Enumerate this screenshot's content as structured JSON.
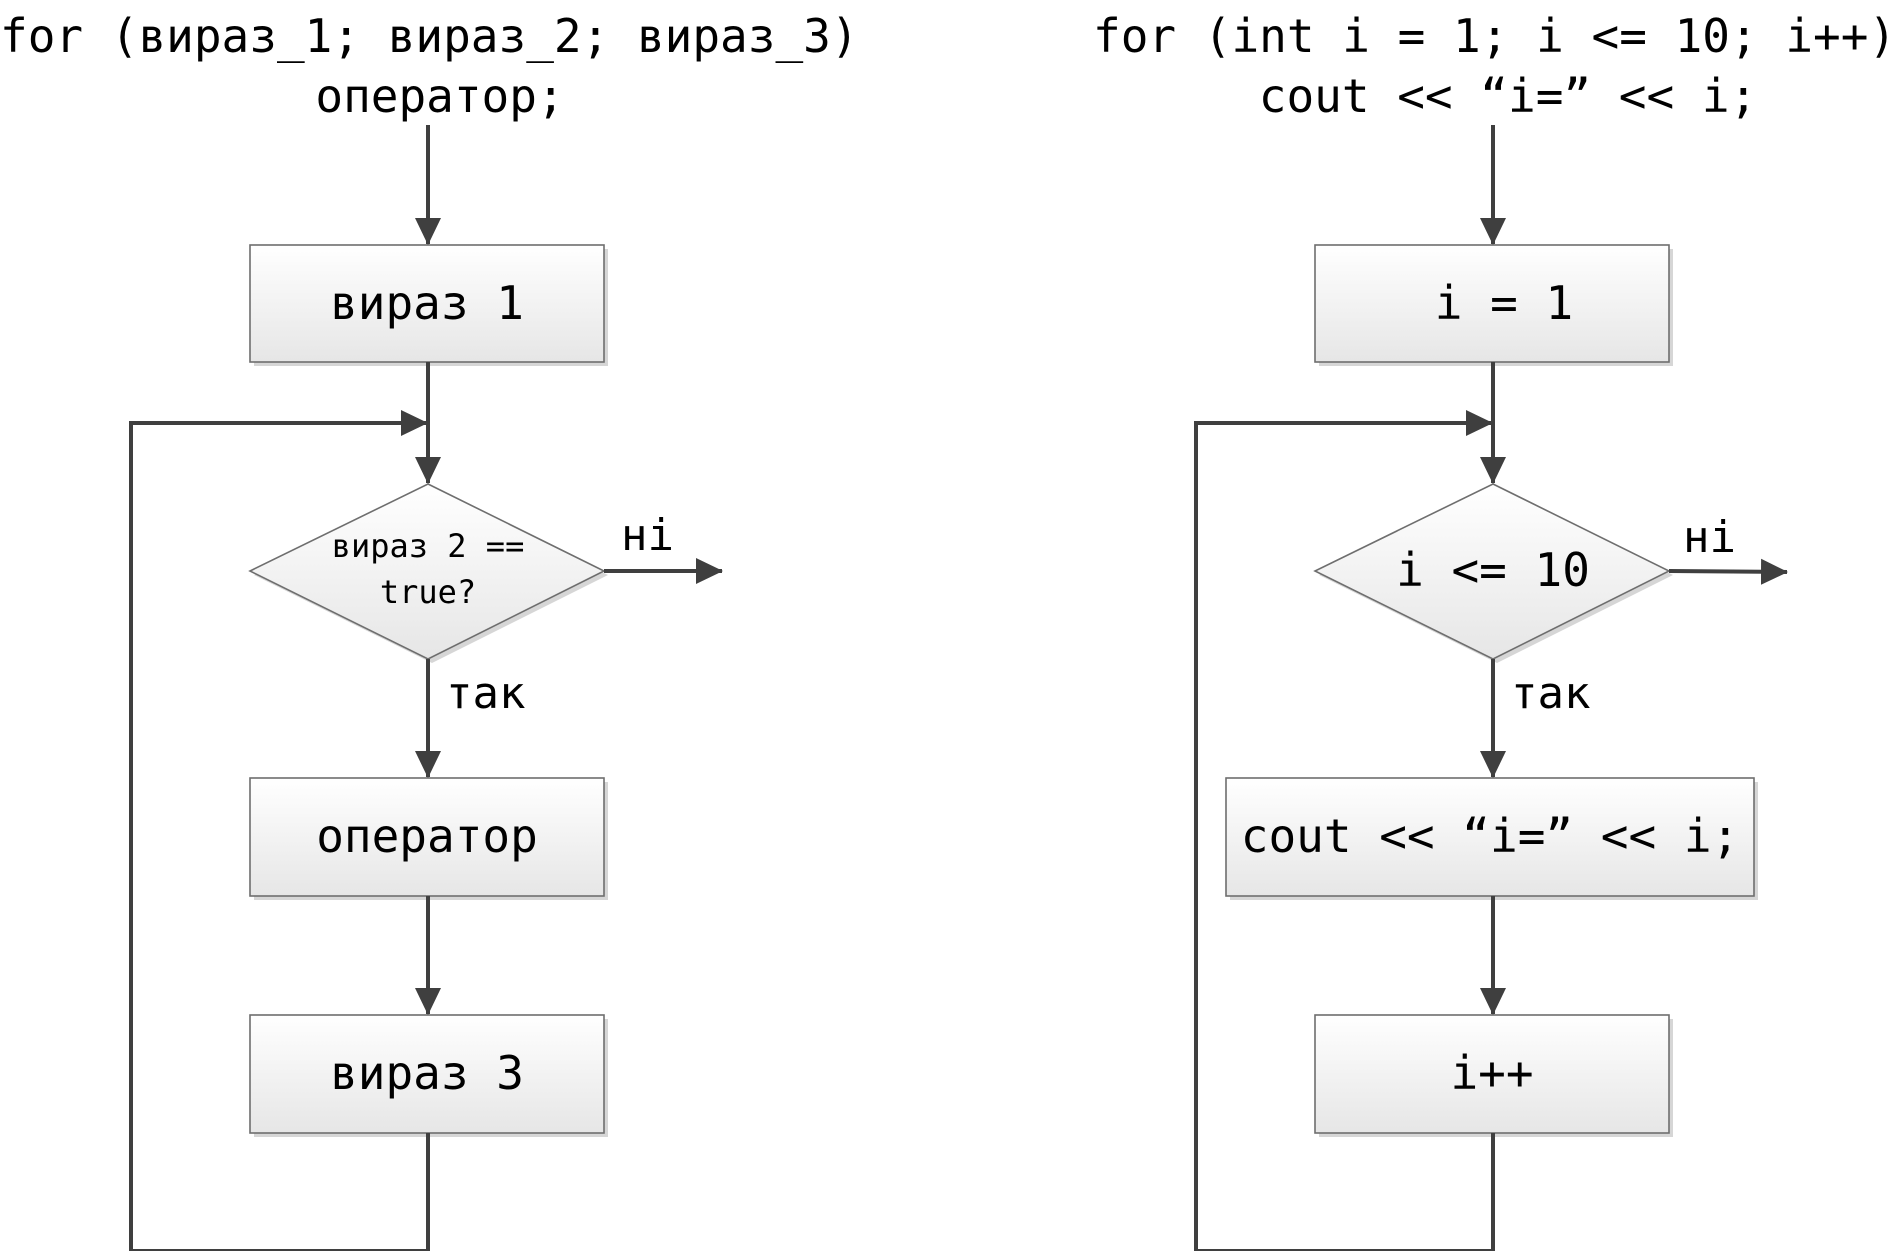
{
  "left": {
    "header_line1": "for (вираз_1; вираз_2; вираз_3)",
    "header_line2": "оператор;",
    "box1": "вираз 1",
    "condition_line1": "вираз 2 ==",
    "condition_line2": "true?",
    "no_label": "ні",
    "yes_label": "так",
    "box2": "оператор",
    "box3": "вираз 3"
  },
  "right": {
    "header_line1": "for (int i = 1; i <= 10; i++)",
    "header_line2": "cout << “i=” << i;",
    "box1": "i = 1",
    "condition": "i <= 10",
    "no_label": "ні",
    "yes_label": "так",
    "box2": "cout << “i=” << i;",
    "box3": "i++"
  },
  "colors": {
    "line": "#3f3f3f",
    "box_border": "#6e6e6e",
    "box_fill_top": "#ffffff",
    "box_fill_bottom": "#e6e6e6",
    "text": "#000000"
  }
}
